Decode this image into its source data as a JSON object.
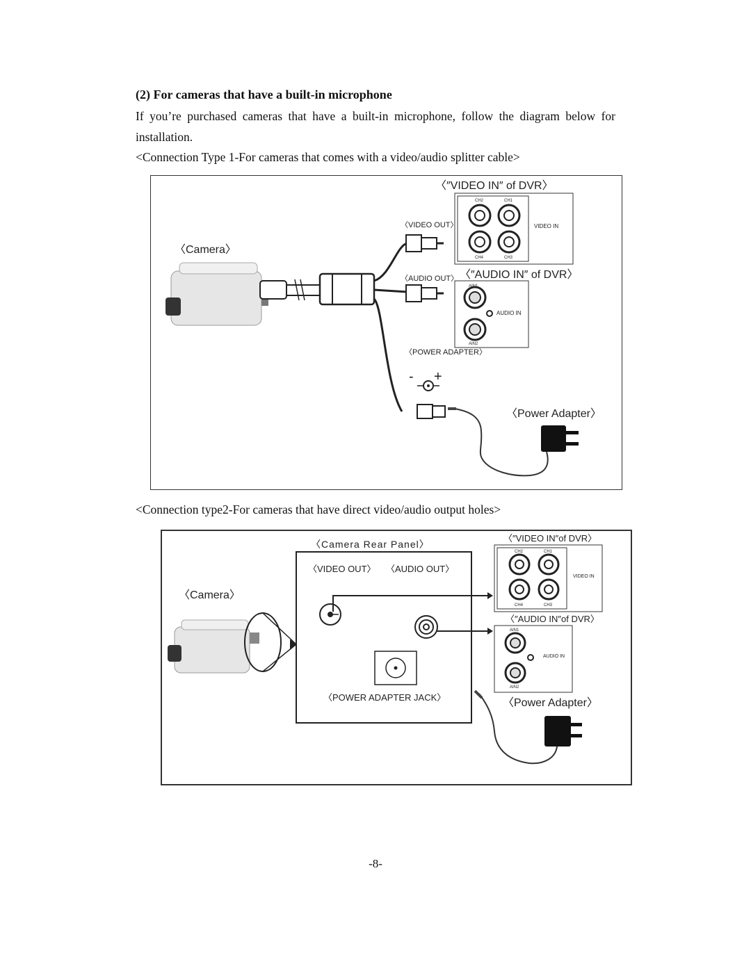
{
  "heading": "(2) For cameras that have a built-in microphone",
  "intro": "If you’re purchased cameras that have a built-in microphone, follow the diagram below for installation.",
  "caption1": "<Connection Type 1-For cameras that comes with a video/audio splitter cable>",
  "caption2": "<Connection type2-For cameras that have direct video/audio output holes>",
  "page_number": "-8-",
  "diagram1": {
    "video_in_dvr": "〈″VIDEO IN″ of DVR〉",
    "audio_in_dvr": "〈″AUDIO IN″ of DVR〉",
    "camera": "〈Camera〉",
    "video_out": "〈VIDEO OUT〉",
    "audio_out": "〈AUDIO OUT〉",
    "power_adapter_cable": "〈POWER ADAPTER〉",
    "power_adapter": "〈Power Adapter〉",
    "video_in_panel_label": "VIDEO IN",
    "audio_in_panel_label": "AUDIO IN",
    "ch_top_left": "CH2",
    "ch_top_right": "CH1",
    "ch_bottom_left": "CH4",
    "ch_bottom_right": "CH3",
    "ain1": "AIN1",
    "ain2": "AIN2",
    "minus": "-",
    "plus": "+"
  },
  "diagram2": {
    "camera_rear_panel": "〈Camera Rear Panel〉",
    "video_in_dvr": "〈″VIDEO IN″of DVR〉",
    "audio_in_dvr": "〈″AUDIO IN″of DVR〉",
    "camera": "〈Camera〉",
    "video_out": "〈VIDEO OUT〉",
    "audio_out": "〈AUDIO OUT〉",
    "power_adapter_jack": "〈POWER ADAPTER JACK〉",
    "power_adapter": "〈Power Adapter〉",
    "video_in_panel_label": "VIDEO IN",
    "audio_in_panel_label": "AUDIO IN",
    "ch_top_left": "CH2",
    "ch_top_right": "CH1",
    "ch_bottom_left": "CH4",
    "ch_bottom_right": "CH3",
    "ain1": "AIN1",
    "ain2": "AIN2"
  }
}
